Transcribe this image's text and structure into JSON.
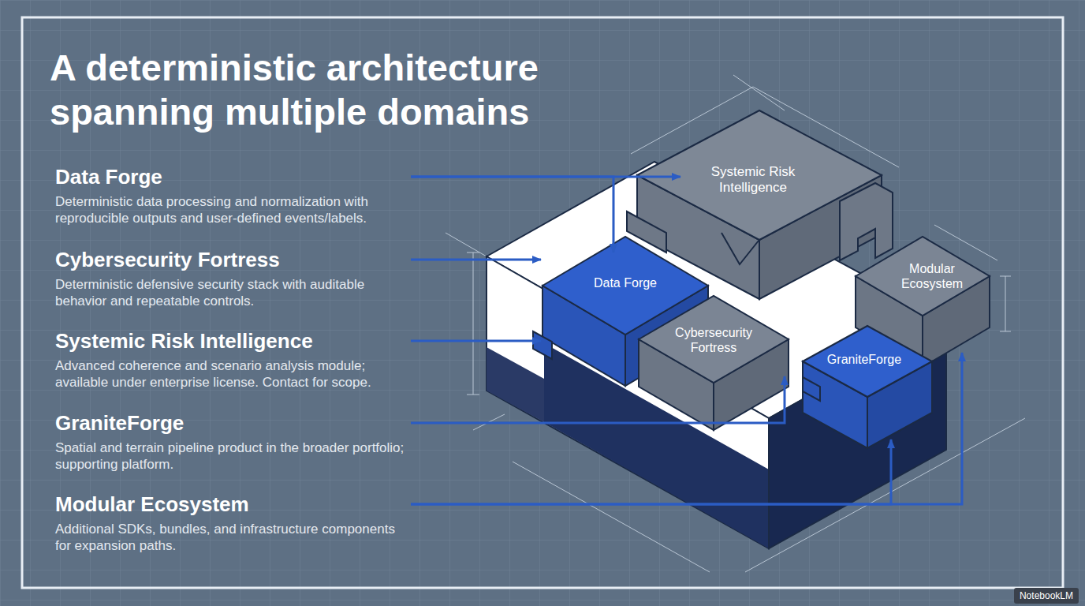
{
  "diagram": {
    "title": "A deterministic architecture spanning multiple domains",
    "nodes": [
      {
        "text": [
          "Data Forge",
          "Deterministic data processing and normalization with reproducible outputs and user-defined events/labels."
        ]
      },
      {
        "text": [
          "Cybersecurity Fortress",
          "Deterministic defensive security stack with auditable behavior and repeatable controls."
        ]
      },
      {
        "text": [
          "Systemic Risk Intelligence",
          "Advanced coherence and scenario analysis module; available under enterprise license. Contact for scope."
        ]
      },
      {
        "text": [
          "GraniteForge",
          "Spatial and terrain pipeline product in the broader portfolio; supporting platform."
        ]
      },
      {
        "text": [
          "Modular Ecosystem",
          "Additional SDKs, bundles, and infrastructure components for expansion paths."
        ]
      },
      {
        "text": [
          "Systemic Risk Intelligence"
        ]
      },
      {
        "text": [
          "Data Forge"
        ]
      },
      {
        "text": [
          "Cybersecurity Fortress"
        ]
      },
      {
        "text": [
          "Modular Ecosystem"
        ]
      },
      {
        "text": [
          "GraniteForge"
        ]
      }
    ],
    "edges": [
      {
        "from": 0,
        "to": 5,
        "arrow": "to"
      },
      {
        "from": 0,
        "to": 6,
        "arrow": "to"
      },
      {
        "from": 1,
        "to": 6,
        "arrow": "to"
      },
      {
        "from": 2,
        "to": 6,
        "arrow": "to"
      },
      {
        "from": 3,
        "to": 7,
        "arrow": "to"
      },
      {
        "from": 4,
        "to": 9,
        "arrow": "to"
      },
      {
        "from": 4,
        "to": 8,
        "arrow": "to"
      }
    ],
    "labels": [
      "NotebookLM"
    ]
  }
}
